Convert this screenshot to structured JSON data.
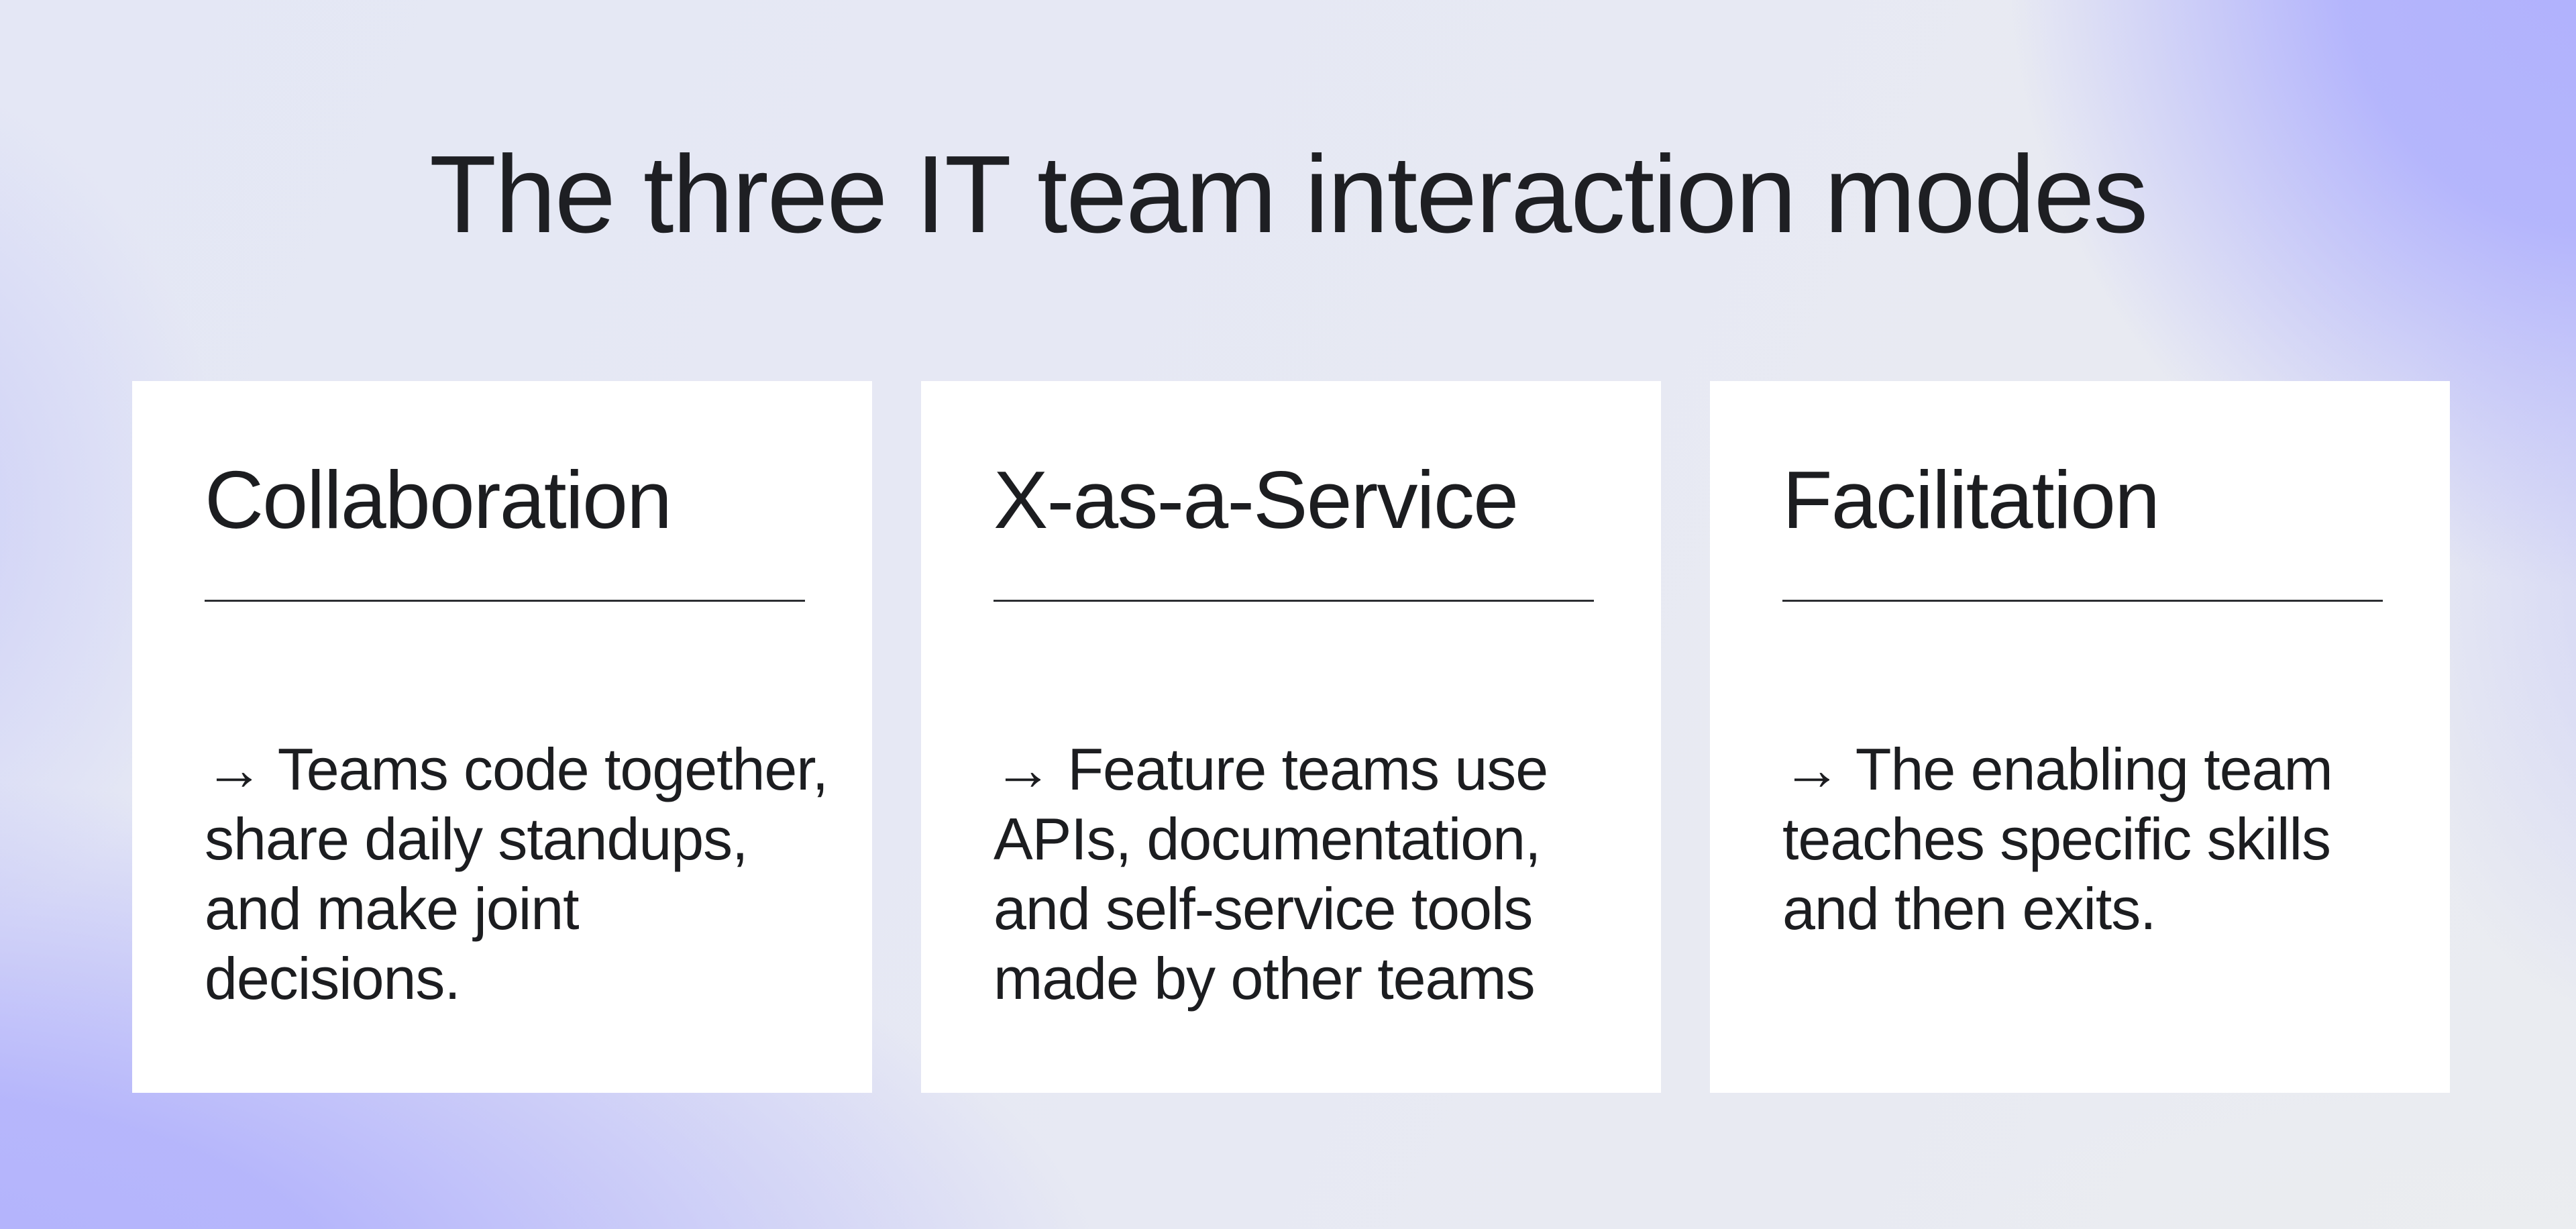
{
  "title": "The three IT team interaction modes",
  "colors": {
    "background_purple": "#b3b4fd",
    "background_light": "#e7e9f3",
    "background_grey_corner": "#ebedf0",
    "card_background": "#ffffff",
    "text": "#1c1d20",
    "divider": "#2d2e32"
  },
  "cards": [
    {
      "heading": "Collaboration",
      "body_lines": [
        "→ Teams code together,",
        "share daily standups,",
        "and make joint",
        "decisions."
      ]
    },
    {
      "heading": "X-as-a-Service",
      "body_lines": [
        "→ Feature teams use",
        "APIs, documentation,",
        "and self-service tools",
        "made by other teams"
      ]
    },
    {
      "heading": "Facilitation",
      "body_lines": [
        "→ The enabling team",
        "teaches specific skills",
        "and then exits."
      ]
    }
  ]
}
